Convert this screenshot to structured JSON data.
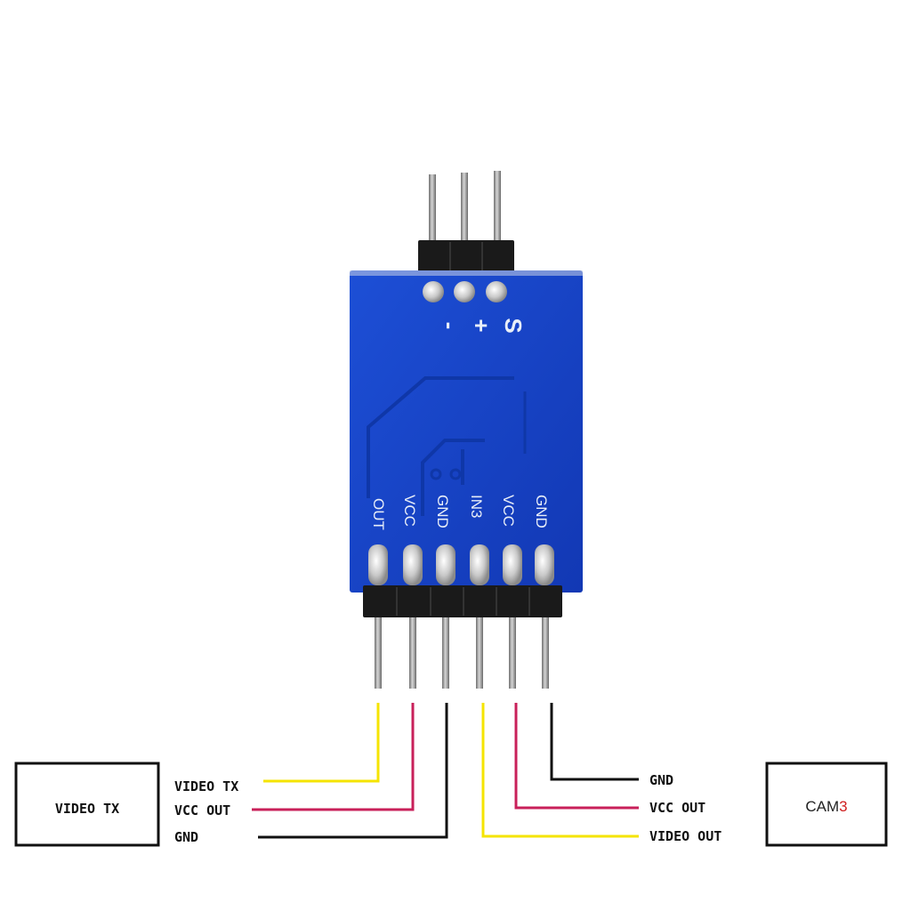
{
  "top_header": {
    "pad_marks": [
      "-",
      "+",
      "S"
    ]
  },
  "bottom_header": {
    "pin_labels": [
      "OUT",
      "VCC",
      "GND",
      "IN3",
      "VCC",
      "GND"
    ]
  },
  "left_device": {
    "label": "VIDEO TX",
    "wires": [
      {
        "label": "VIDEO TX",
        "color": "#f5e400"
      },
      {
        "label": "VCC OUT",
        "color": "#c8205a"
      },
      {
        "label": "GND",
        "color": "#111111"
      }
    ]
  },
  "right_device": {
    "label_text": "CAM",
    "label_number": "3",
    "number_color": "#d02020",
    "wires": [
      {
        "label": "GND",
        "color": "#111111"
      },
      {
        "label": "VCC OUT",
        "color": "#c8205a"
      },
      {
        "label": "VIDEO OUT",
        "color": "#f5e400"
      }
    ]
  },
  "colors": {
    "pcb": "#1545c8",
    "pcb_dark": "#0d2f99",
    "header_plastic": "#1a1a1a",
    "pin_metal": "#9a9a9a"
  }
}
